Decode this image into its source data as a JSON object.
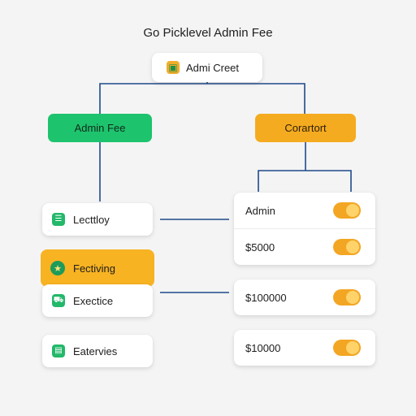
{
  "title": "Go Picklevel Admin Fee",
  "root": {
    "label": "Admi Creet",
    "icon": "gift-icon"
  },
  "branches": {
    "left": {
      "label": "Admin Fee",
      "color": "#1ec36e"
    },
    "right": {
      "label": "Corartort",
      "color": "#f5ab1f"
    }
  },
  "left_items": [
    {
      "label": "Lecttloy",
      "icon": "table-icon"
    },
    {
      "label": "Fectiving",
      "icon": "star-icon",
      "highlighted": true
    },
    {
      "label": "Exectice",
      "icon": "car-icon"
    },
    {
      "label": "Eatervies",
      "icon": "card-icon"
    }
  ],
  "right_groups": [
    {
      "rows": [
        {
          "label": "Admin",
          "toggle_on": true
        },
        {
          "label": "$5000",
          "toggle_on": true
        }
      ]
    },
    {
      "rows": [
        {
          "label": "$100000",
          "toggle_on": true
        }
      ]
    },
    {
      "rows": [
        {
          "label": "$10000",
          "toggle_on": true
        }
      ]
    }
  ],
  "colors": {
    "connector": "#1f4a8a",
    "accent_orange": "#f5ab1f",
    "accent_green": "#1ec36e",
    "toggle": "#f3a623"
  }
}
